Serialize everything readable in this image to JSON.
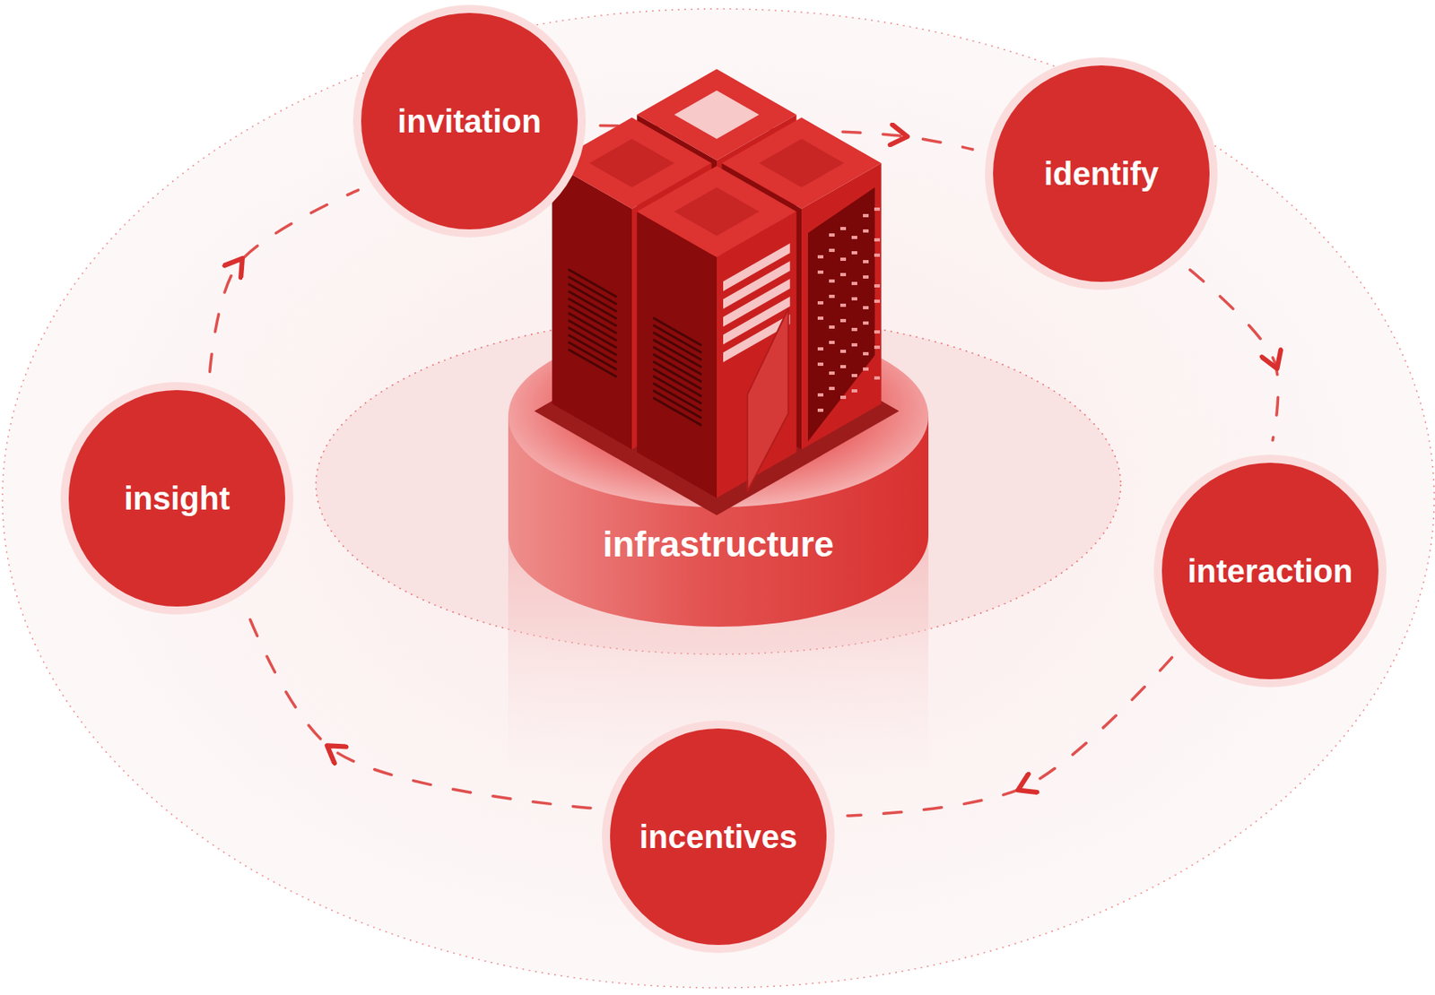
{
  "diagram": {
    "nodes": [
      {
        "text": [
          "invitation"
        ]
      },
      {
        "text": [
          "identify"
        ]
      },
      {
        "text": [
          "interaction"
        ]
      },
      {
        "text": [
          "incentives"
        ]
      },
      {
        "text": [
          "insight"
        ]
      },
      {
        "text": [
          "infrastructure"
        ]
      }
    ],
    "edges": [
      {
        "from": 0,
        "to": 1,
        "arrow": "to"
      },
      {
        "from": 1,
        "to": 2,
        "arrow": "to"
      },
      {
        "from": 2,
        "to": 3,
        "arrow": "to"
      },
      {
        "from": 3,
        "to": 4,
        "arrow": "to"
      },
      {
        "from": 4,
        "to": 0,
        "arrow": "to"
      }
    ]
  }
}
